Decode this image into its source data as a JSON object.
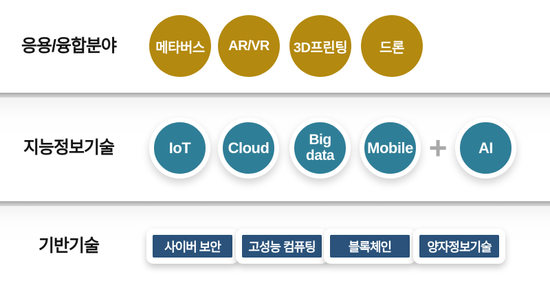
{
  "app_row": {
    "label": "응용/융합분야",
    "items": [
      {
        "label": "메타버스"
      },
      {
        "label": "AR/VR"
      },
      {
        "label": "3D프린팅"
      },
      {
        "label": "드론"
      }
    ]
  },
  "tech_row": {
    "label": "지능정보기술",
    "items": [
      {
        "label": "IoT"
      },
      {
        "label": "Cloud"
      },
      {
        "label": "Big data"
      },
      {
        "label": "Mobile"
      }
    ],
    "plus": "+",
    "ai": {
      "label": "AI"
    }
  },
  "base_row": {
    "label": "기반기술",
    "items": [
      {
        "label": "사이버 보안"
      },
      {
        "label": "고성능 컴퓨팅"
      },
      {
        "label": "블록체인"
      },
      {
        "label": "양자정보기술"
      }
    ]
  },
  "colors": {
    "gold": "#b3890f",
    "teal": "#2f7e97",
    "navy": "#2a527a",
    "plus_gray": "#a9a9a9",
    "divider_gray": "#c4c4c4",
    "text_dark": "#141414",
    "circle_text": "#ffffff"
  }
}
